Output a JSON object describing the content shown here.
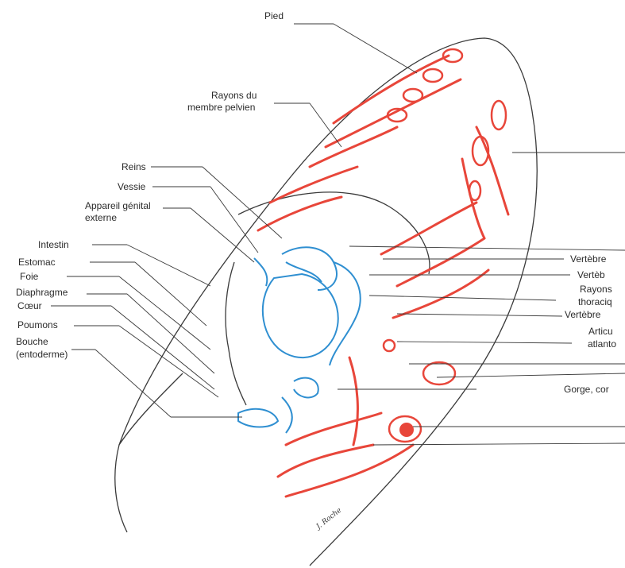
{
  "colors": {
    "red": "#e8463a",
    "blue": "#2f8fd1",
    "line": "#3a3a3a"
  },
  "labels_left": {
    "pied": "Pied",
    "rayons_pelvien_1": "Rayons du",
    "rayons_pelvien_2": "membre pelvien",
    "reins": "Reins",
    "vessie": "Vessie",
    "genital_1": "Appareil génital",
    "genital_2": "externe",
    "intestin": "Intestin",
    "estomac": "Estomac",
    "foie": "Foie",
    "diaphragme": "Diaphragme",
    "coeur": "Cœur",
    "poumons": "Poumons",
    "bouche_1": "Bouche",
    "bouche_2": "(entoderme)"
  },
  "labels_right": {
    "vertebre_1": "Vertèbre",
    "vertebre_2": "Vertèb",
    "rayons_thor_1": "Rayons",
    "rayons_thor_2": "thoraciq",
    "vertebre_3": "Vertèbre",
    "articu_1": "Articu",
    "articu_2": "atlanto",
    "gorge": "Gorge, cor"
  },
  "signature": "J. Roche"
}
